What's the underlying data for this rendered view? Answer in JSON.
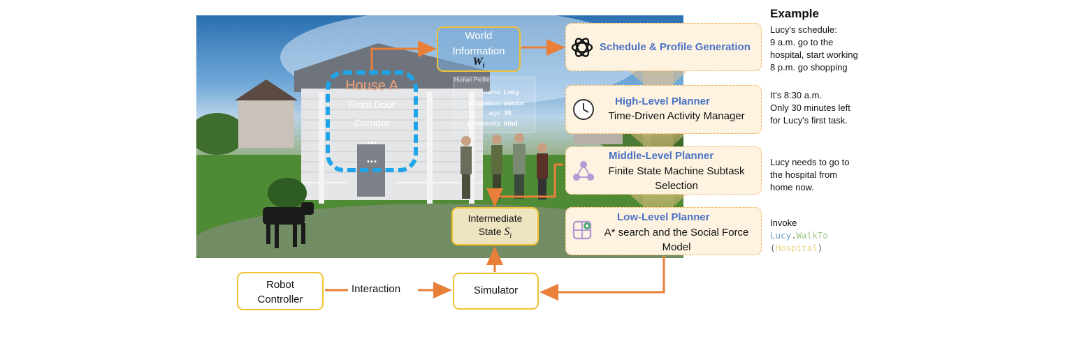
{
  "scene": {
    "house_title": "House A",
    "house_items": [
      "Front Door",
      "Corridor"
    ],
    "dots": "...",
    "profile": {
      "heading": "Human Profile",
      "rows": [
        {
          "key": "name:",
          "value": "Lucy"
        },
        {
          "key": "occupation:",
          "value": "doctor"
        },
        {
          "key": "age:",
          "value": "30"
        },
        {
          "key": "personality:",
          "value": "kind"
        }
      ]
    }
  },
  "world_info": {
    "line1": "World",
    "line2": "Information",
    "symbol": "W",
    "subscript": "i"
  },
  "intermediate": {
    "line1": "Intermediate",
    "line2": "State",
    "symbol": "S",
    "subscript": "i"
  },
  "robot_controller": {
    "line1": "Robot",
    "line2": "Controller"
  },
  "interaction_label": "Interaction",
  "simulator_label": "Simulator",
  "planners": {
    "schedule": {
      "title": "Schedule & Profile Generation"
    },
    "high": {
      "title": "High-Level Planner",
      "line": "Time-Driven Activity Manager"
    },
    "middle": {
      "title": "Middle-Level Planner",
      "line1": "Finite State Machine Subtask",
      "line2": "Selection"
    },
    "low": {
      "title": "Low-Level Planner",
      "line1": "A* search and the Social Force",
      "line2": "Model"
    }
  },
  "example": {
    "title": "Example",
    "schedule_lines": [
      "Lucy's schedule:",
      "9 a.m. go to the",
      "hospital, start working",
      "8 p.m. go shopping"
    ],
    "high_lines": [
      "It's 8:30 a.m.",
      "Only 30 minutes left",
      "for Lucy's first task."
    ],
    "middle_lines": [
      "Lucy needs to go to",
      "the hospital from",
      "home now."
    ],
    "invoke": "Invoke",
    "code": {
      "obj": "Lucy",
      "dot": ".",
      "method": "WalkTo",
      "open": "(",
      "arg": "Hospital",
      "close": ")"
    }
  },
  "colors": {
    "arrow": "#e8803a",
    "yellow_border": "#f1c232",
    "planner_border": "#f2b35d",
    "planner_fill": "#fdf3e0",
    "planner_title": "#4a72c4",
    "house_border": "#1ea4e8"
  }
}
